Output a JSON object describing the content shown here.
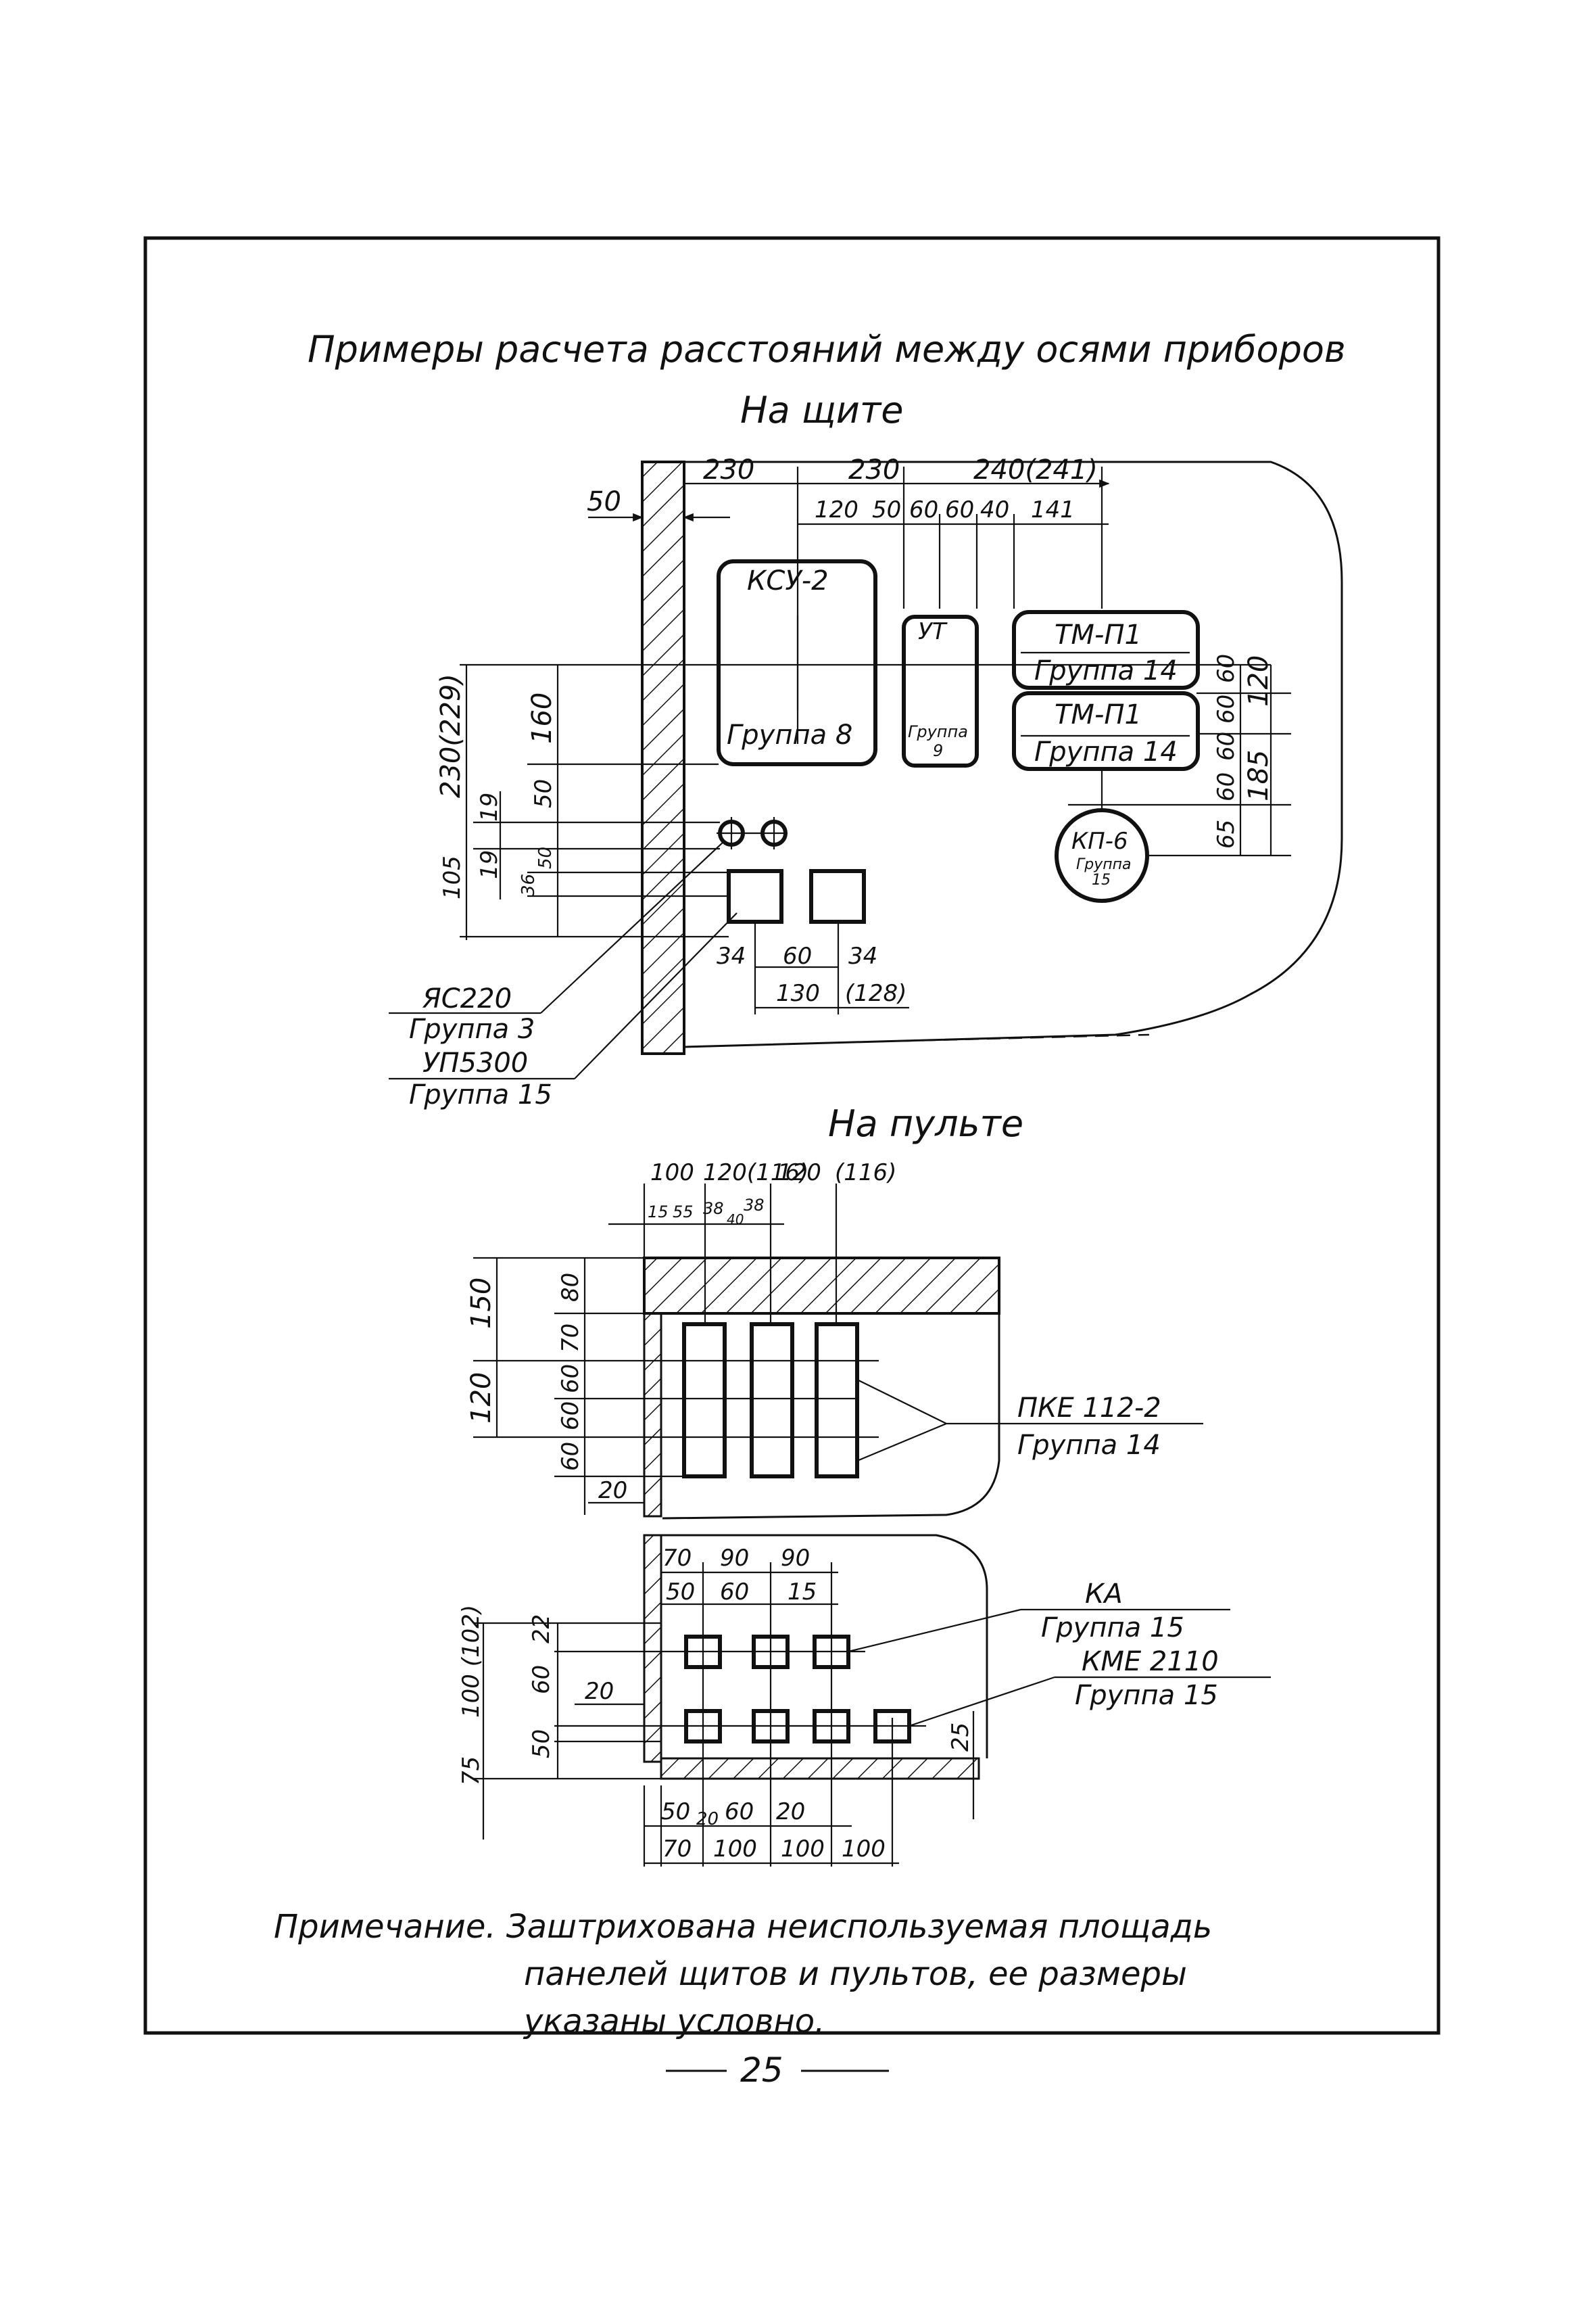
{
  "title": "Примеры расчета расстояний между осями приборов",
  "sections": {
    "panel": "На щите",
    "console": "На пульте"
  },
  "panel": {
    "devices": {
      "ksu2_name": "КСУ-2",
      "ksu2_group": "Группа 8",
      "ut_name": "УТ",
      "ut_group_a": "Группа",
      "ut_group_b": "9",
      "tmp1_top_name": "ТМ-П1",
      "tmp1_top_group": "Группа 14",
      "tmp1_bot_name": "ТМ-П1",
      "tmp1_bot_group": "Группа 14",
      "kp6_name": "КП-6",
      "kp6_group_a": "Группа",
      "kp6_group_b": "15"
    },
    "callouts": {
      "ac220_name": "ЯС220",
      "ac220_group": "Группа 3",
      "up5300_name": "УП5300",
      "up5300_group": "Группа 15"
    },
    "dims": {
      "d50": "50",
      "d230a": "230",
      "d230b": "230",
      "d240": "240(241)",
      "d120": "120",
      "d50b": "50",
      "d60a": "60",
      "d60b": "60",
      "d40": "40",
      "d141": "141",
      "v230_229": "230(229)",
      "v160": "160",
      "v50": "50",
      "v19a": "19",
      "v19b": "19",
      "v105": "105",
      "v36": "36",
      "v50s": "50",
      "v60a": "60",
      "v60b": "60",
      "v60c": "60",
      "v60d": "60",
      "v65": "65",
      "v120": "120",
      "v185": "185",
      "h34a": "34",
      "h60": "60",
      "h34b": "34",
      "h130": "130",
      "h128": "(128)"
    }
  },
  "console": {
    "callouts": {
      "pke_name": "ПКЕ 112-2",
      "pke_group": "Группа 14",
      "ka_name": "КА",
      "ka_group": "Группа 15",
      "kme_name": "КМЕ 2110",
      "kme_group": "Группа 15"
    },
    "dims_top": {
      "t100": "100",
      "t120_116": "120(116)",
      "t120": "120",
      "t116": "(116)",
      "s15": "15",
      "s55": "55",
      "s38a": "38",
      "s40": "40",
      "s38b": "38",
      "v150": "150",
      "v120": "120",
      "v80": "80",
      "v70": "70",
      "v60a": "60",
      "v60b": "60",
      "v60c": "60",
      "h20": "20"
    },
    "dims_bottom": {
      "t70": "70",
      "t90a": "90",
      "t90b": "90",
      "s50": "50",
      "s60": "60",
      "s15": "15",
      "v100_102": "100 (102)",
      "v22": "22",
      "v60": "60",
      "v50": "50",
      "v75": "75",
      "h20": "20",
      "v25": "25",
      "b50": "50",
      "b20a": "20",
      "b60": "60",
      "b20b": "20",
      "b70": "70",
      "b100a": "100",
      "b100b": "100",
      "b100c": "100"
    }
  },
  "note": {
    "line1": "Примечание. Заштрихована неиспользуемая площадь",
    "line2": "панелей щитов и пультов, ее размеры",
    "line3": "указаны условно."
  },
  "page_number": "25"
}
